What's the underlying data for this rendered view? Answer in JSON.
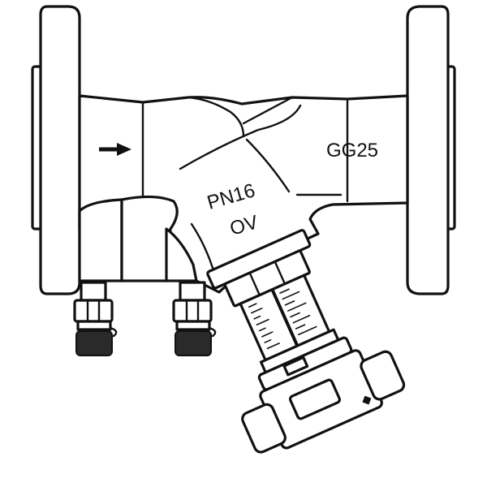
{
  "labels": {
    "material": "GG25",
    "pressure": "PN16",
    "model": "OV"
  },
  "colors": {
    "line": "#111111",
    "background": "#ffffff"
  },
  "icons": {
    "flow_arrow": "arrow-right-icon",
    "marker": "diamond-icon"
  }
}
